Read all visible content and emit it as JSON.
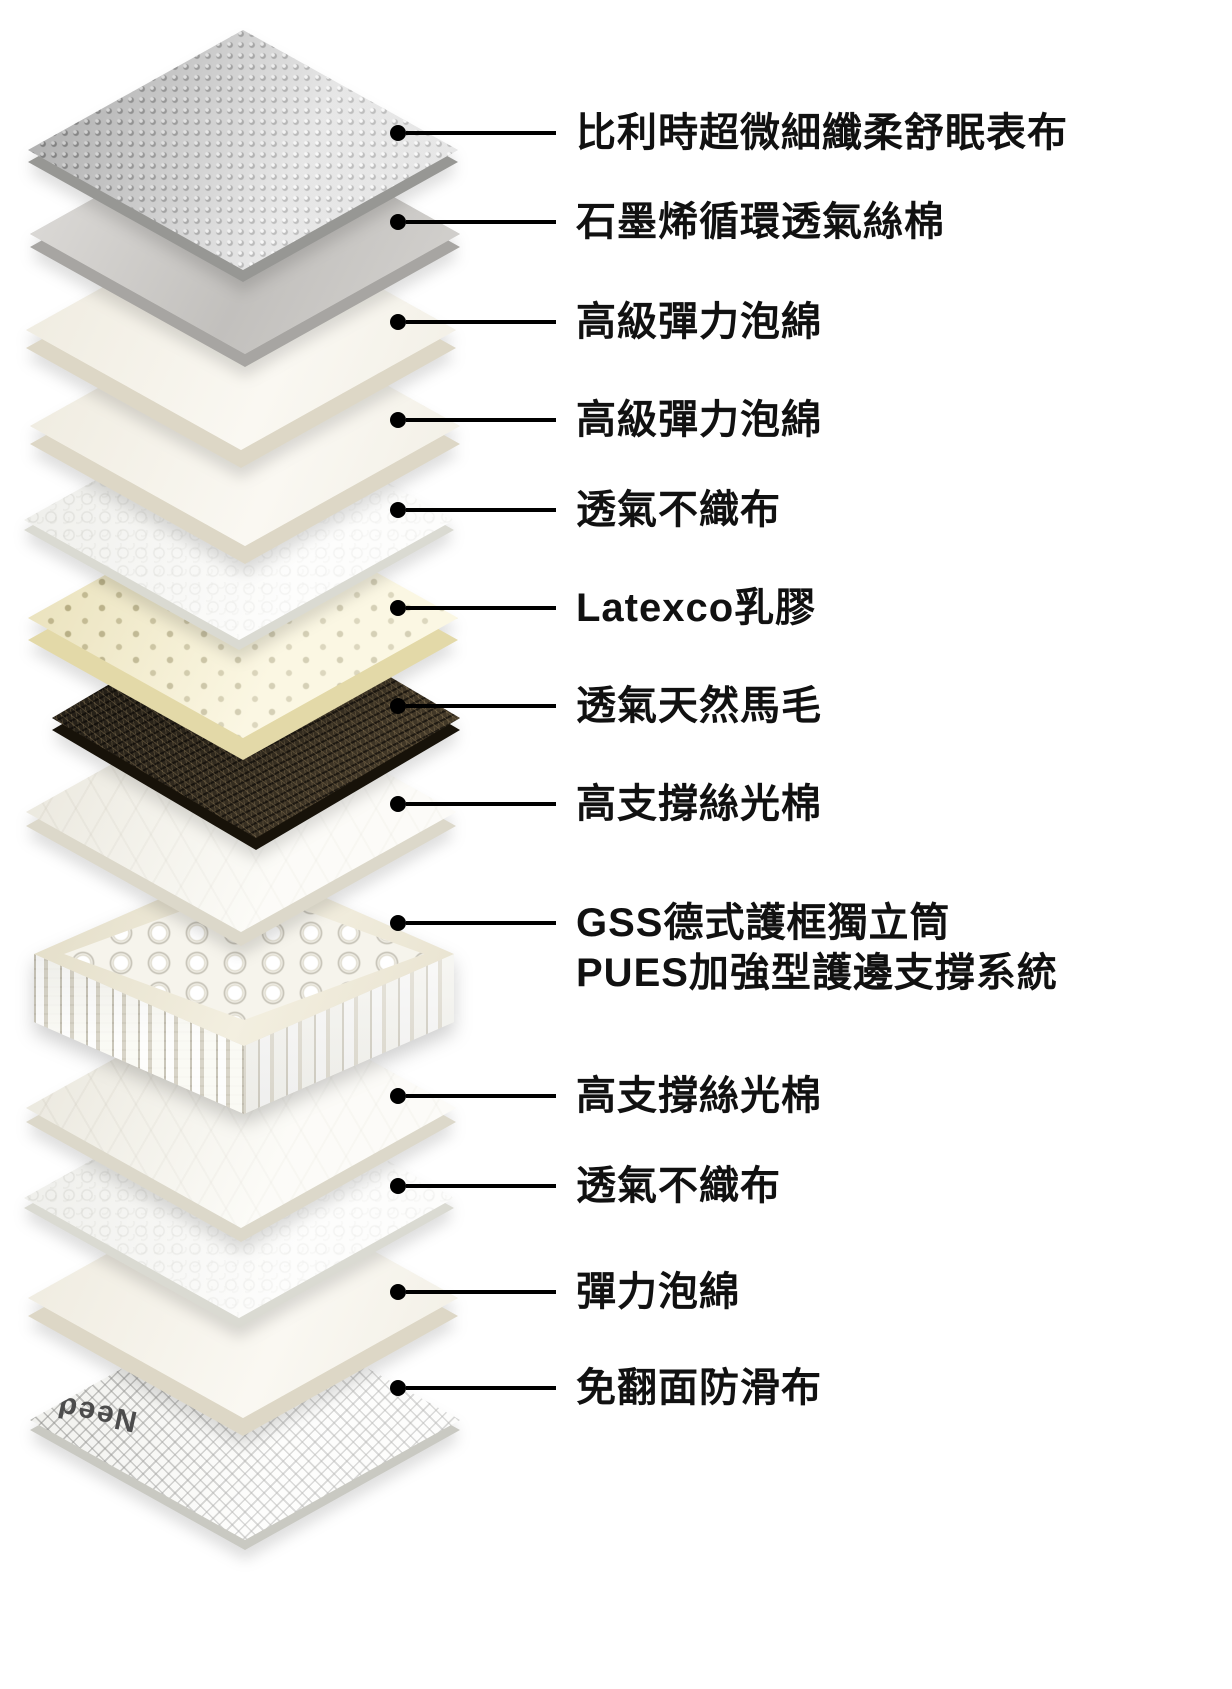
{
  "diagram": {
    "type": "exploded-mattress-layer-diagram",
    "layers": [
      {
        "label": "比利時超微細纖柔舒眠表布"
      },
      {
        "label": "石墨烯循環透氣絲棉"
      },
      {
        "label": "高級彈力泡綿"
      },
      {
        "label": "高級彈力泡綿"
      },
      {
        "label": "透氣不織布"
      },
      {
        "label": "Latexco乳膠"
      },
      {
        "label": "透氣天然馬毛"
      },
      {
        "label": "高支撐絲光棉"
      },
      {
        "label": "GSS德式護框獨立筒\nPUES加強型護邊支撐系統"
      },
      {
        "label": "高支撐絲光棉"
      },
      {
        "label": "透氣不織布"
      },
      {
        "label": "彈力泡綿"
      },
      {
        "label": "免翻面防滑布",
        "watermark": "Need"
      }
    ],
    "colors": {
      "background": "#ffffff",
      "label_text": "#111111",
      "leader_line": "#000000",
      "surface_fabric": "#c9c9c9",
      "foam": "#f6f3ec",
      "latex": "#f4eecf",
      "horsehair": "#332c21",
      "spring_frame": "#ece6d2"
    }
  }
}
